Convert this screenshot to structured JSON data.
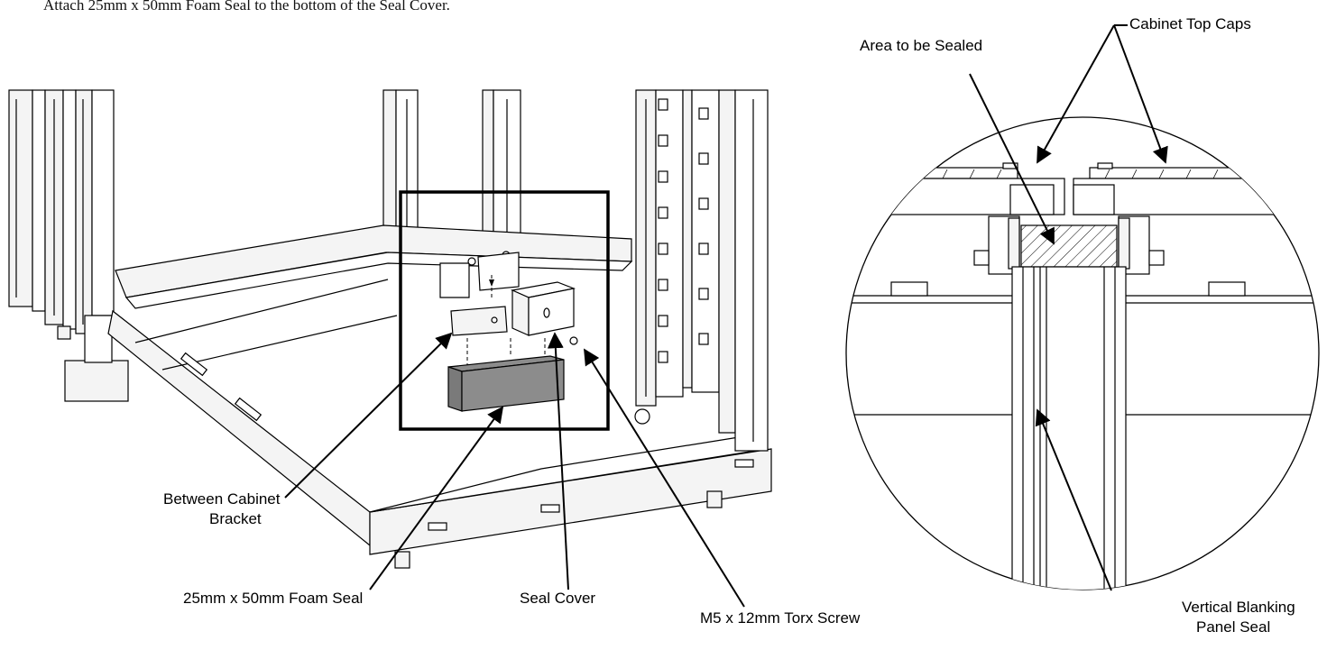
{
  "caption": "Attach 25mm x 50mm Foam Seal to the bottom of the Seal Cover.",
  "labels": {
    "cabinet_top_caps": "Cabinet Top Caps",
    "area_sealed": "Area to be Sealed",
    "between_bracket_line1": "Between Cabinet",
    "between_bracket_line2": "Bracket",
    "foam_seal": "25mm x 50mm Foam Seal",
    "seal_cover": "Seal Cover",
    "torx_screw": "M5 x 12mm Torx Screw",
    "vertical_seal_line1": "Vertical Blanking",
    "vertical_seal_line2": "Panel Seal"
  },
  "colors": {
    "line": "#000000",
    "foam": "#8c8c8c",
    "panel": "#f4f4f4"
  }
}
